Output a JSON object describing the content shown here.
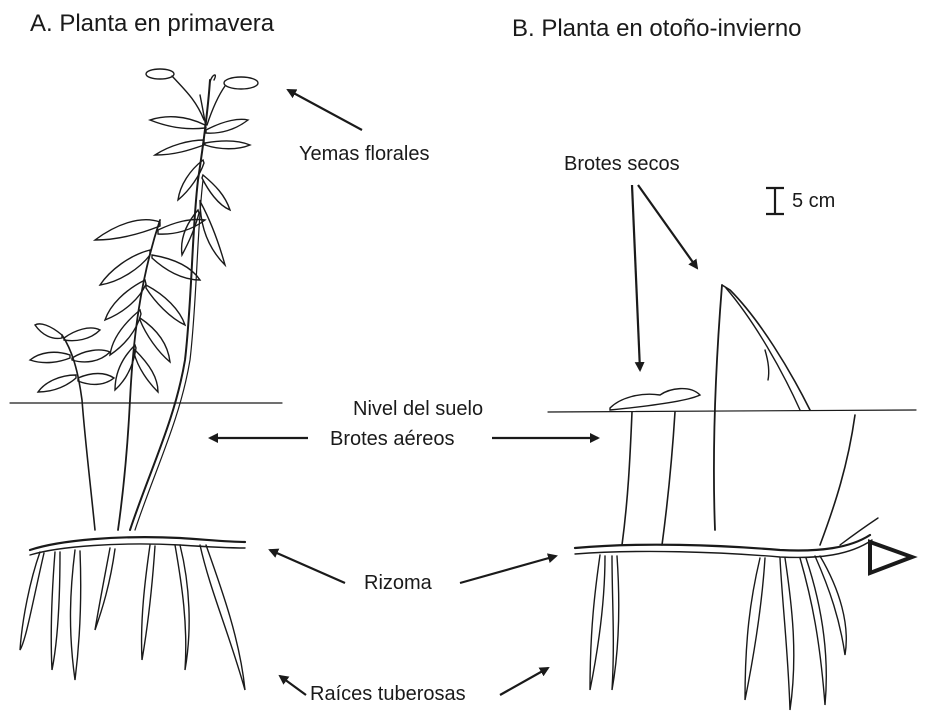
{
  "panel_a": {
    "title": "A. Planta en primavera"
  },
  "panel_b": {
    "title": "B. Planta en otoño-invierno"
  },
  "labels": {
    "yemas_florales": "Yemas florales",
    "brotes_secos": "Brotes secos",
    "scale": "5 cm",
    "nivel_suelo": "Nivel del suelo",
    "brotes_aereos": "Brotes aéreos",
    "rizoma": "Rizoma",
    "raices_tuberosas": "Raíces tuberosas"
  }
}
